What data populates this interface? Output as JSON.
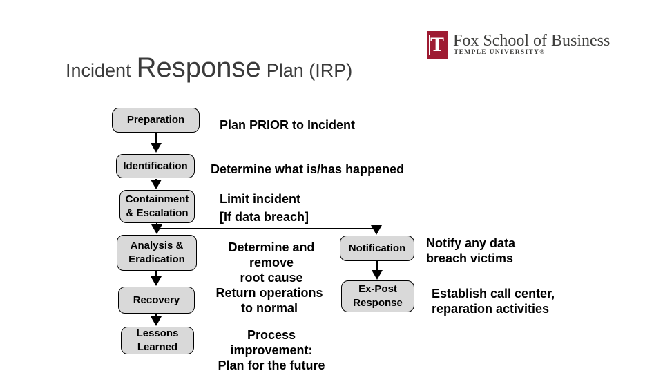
{
  "slide_title": {
    "prefix": "Incident",
    "emphasis": "Response",
    "suffix": "Plan (IRP)",
    "title_color": "#3b3b3b"
  },
  "logo": {
    "t_letter": "T",
    "school": "Fox School of Business",
    "university": "TEMPLE UNIVERSITY®",
    "cherry_color": "#9e1b32",
    "text_color": "#3f3f3d"
  },
  "flowchart": {
    "box_fill": "#d9d9d9",
    "box_border": "#000000",
    "text_color": "#000000",
    "steps": [
      {
        "label": "Preparation",
        "desc": "Plan PRIOR to Incident"
      },
      {
        "label": "Identification",
        "desc": "Determine what is/has happened"
      },
      {
        "label": "Containment\n& Escalation",
        "desc": "Limit incident",
        "desc2": "[If data breach]"
      },
      {
        "label": "Analysis &\nEradication",
        "desc": "Determine and remove\nroot cause"
      },
      {
        "label": "Recovery",
        "desc": "Return operations\nto normal"
      },
      {
        "label": "Lessons\nLearned",
        "desc": "Process improvement:\nPlan for the future"
      }
    ],
    "breach_branch": [
      {
        "label": "Notification",
        "desc": "Notify any data\nbreach victims"
      },
      {
        "label": "Ex-Post\nResponse",
        "desc": "Establish call center,\nreparation activities"
      }
    ]
  }
}
